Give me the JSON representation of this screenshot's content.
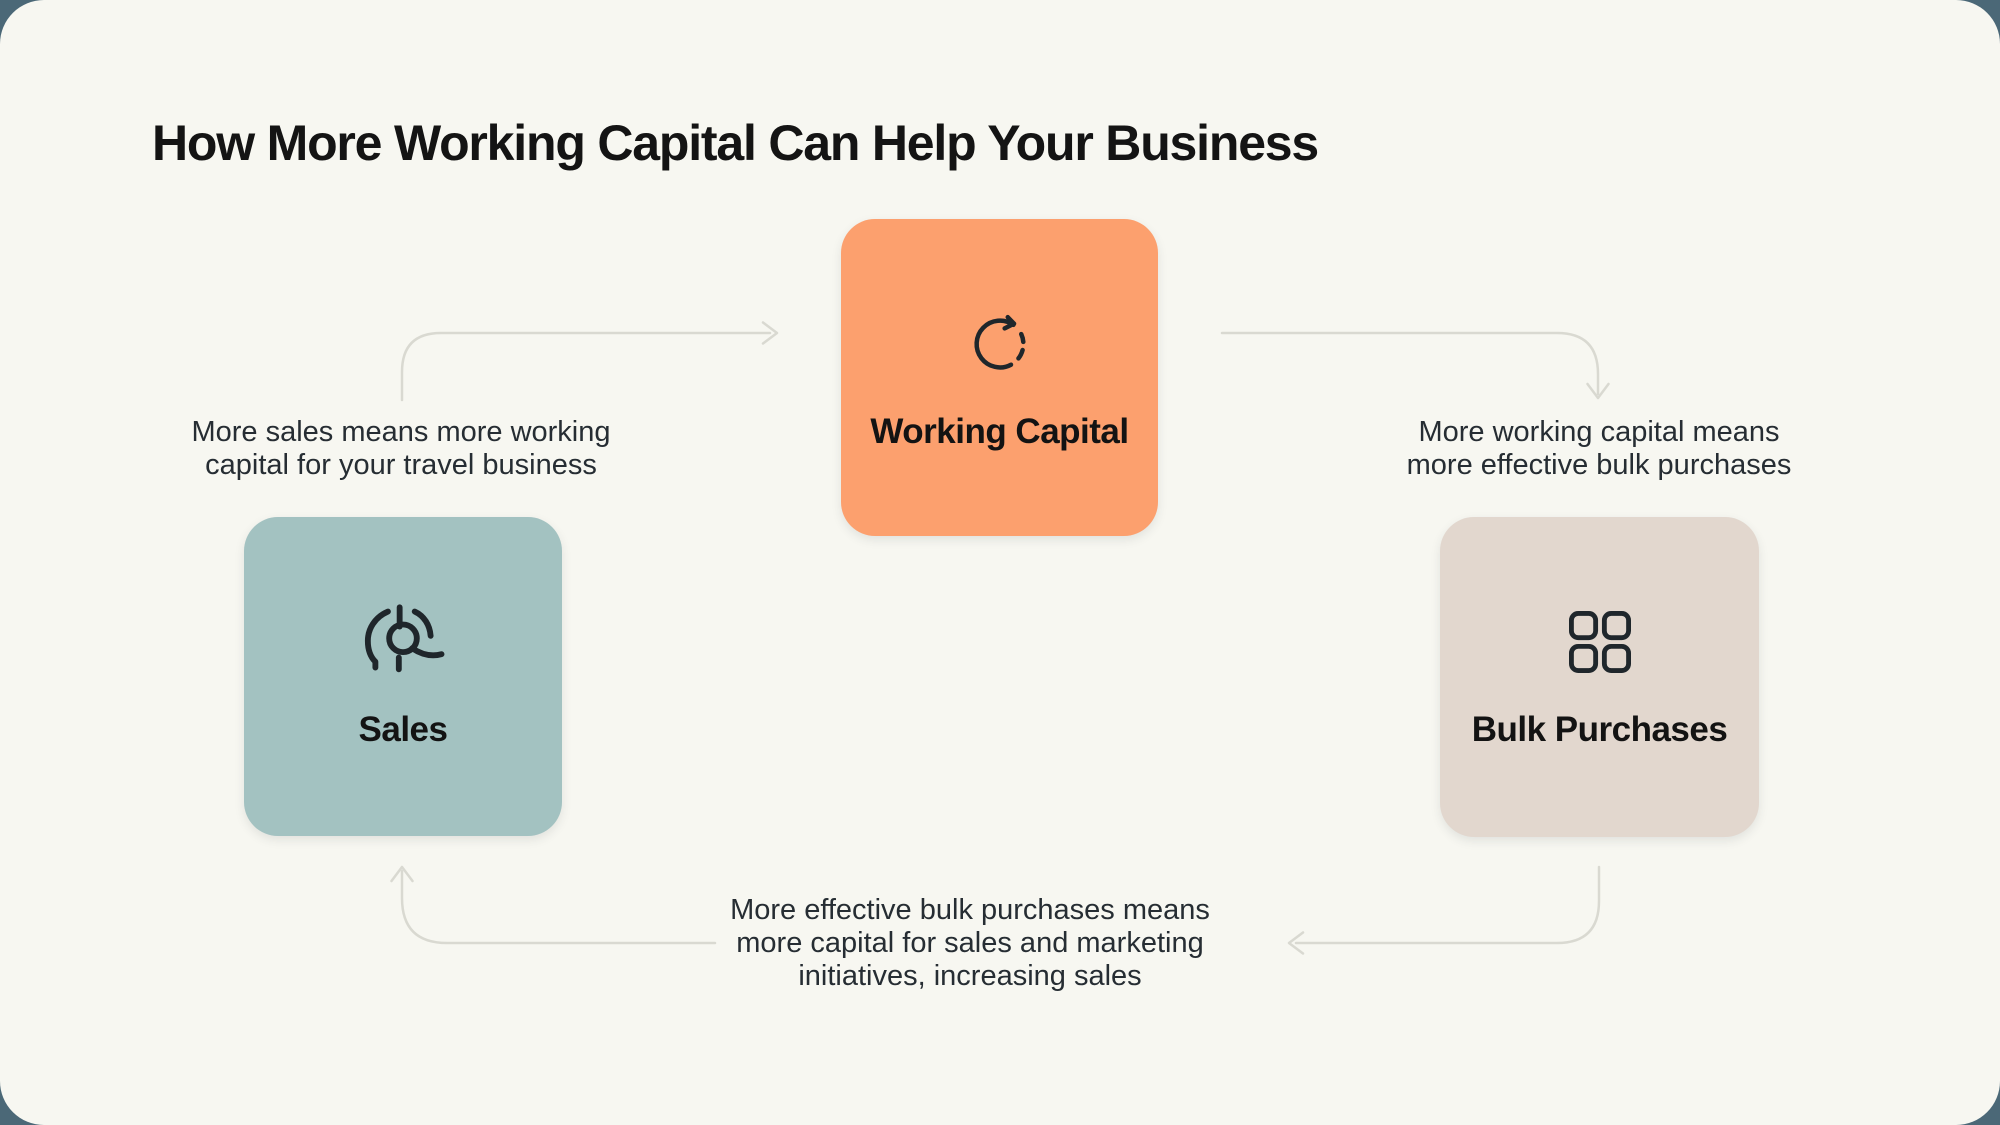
{
  "title": "How More Working Capital Can Help Your Business",
  "colors": {
    "outer_bg": "#4B6877",
    "card_bg": "#F7F7F1",
    "working_capital_bg": "#FCA06E",
    "sales_bg": "#A3C2C1",
    "bulk_purchases_bg": "#E2D7CE",
    "arrow": "#D9D9D1",
    "icon_stroke": "#1F262B",
    "caption_text": "#262D33",
    "title_text": "#141414",
    "label_text": "#131313"
  },
  "nodes": {
    "working_capital": {
      "label": "Working Capital",
      "icon": "refresh-cycle-icon"
    },
    "sales": {
      "label": "Sales",
      "icon": "sales-icon"
    },
    "bulk_purchases": {
      "label": "Bulk Purchases",
      "icon": "grid-squares-icon"
    }
  },
  "captions": {
    "sales_to_working_capital": {
      "lines": [
        "More sales means more working",
        "capital for your travel business"
      ]
    },
    "working_capital_to_bulk": {
      "lines": [
        "More working capital means",
        "more effective bulk purchases"
      ]
    },
    "bulk_to_sales": {
      "lines": [
        "More effective bulk purchases means",
        "more capital for sales and marketing",
        "initiatives, increasing sales"
      ]
    }
  }
}
